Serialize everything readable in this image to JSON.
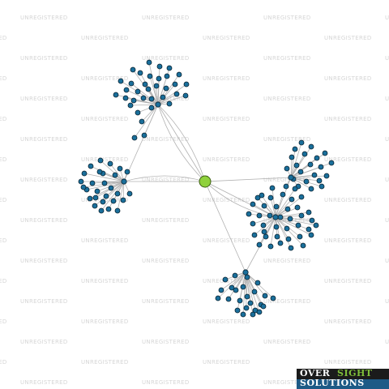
{
  "watermark": {
    "text": "UNREGISTERED"
  },
  "logo": {
    "line1_a": "OVER",
    "line1_b": "SIGHT",
    "line2": "SOLUTIONS"
  },
  "colors": {
    "node": "#1a6f9b",
    "center": "#8fd13c",
    "edge": "#b2b2b2"
  },
  "graph": {
    "center": "root",
    "hubs": [
      "A",
      "B",
      "C",
      "D",
      "E"
    ],
    "hub_links": [
      [
        "root",
        "A"
      ],
      [
        "root",
        "A"
      ],
      [
        "root",
        "A"
      ],
      [
        "root",
        "B"
      ],
      [
        "root",
        "B"
      ],
      [
        "root",
        "C"
      ],
      [
        "root",
        "D"
      ],
      [
        "root",
        "D"
      ],
      [
        "root",
        "E"
      ],
      [
        "A",
        "B"
      ],
      [
        "C",
        "D"
      ],
      [
        "D",
        "E"
      ]
    ],
    "leaf_counts": {
      "A": 34,
      "B": 28,
      "C": 22,
      "D": 40,
      "E": 24
    }
  }
}
